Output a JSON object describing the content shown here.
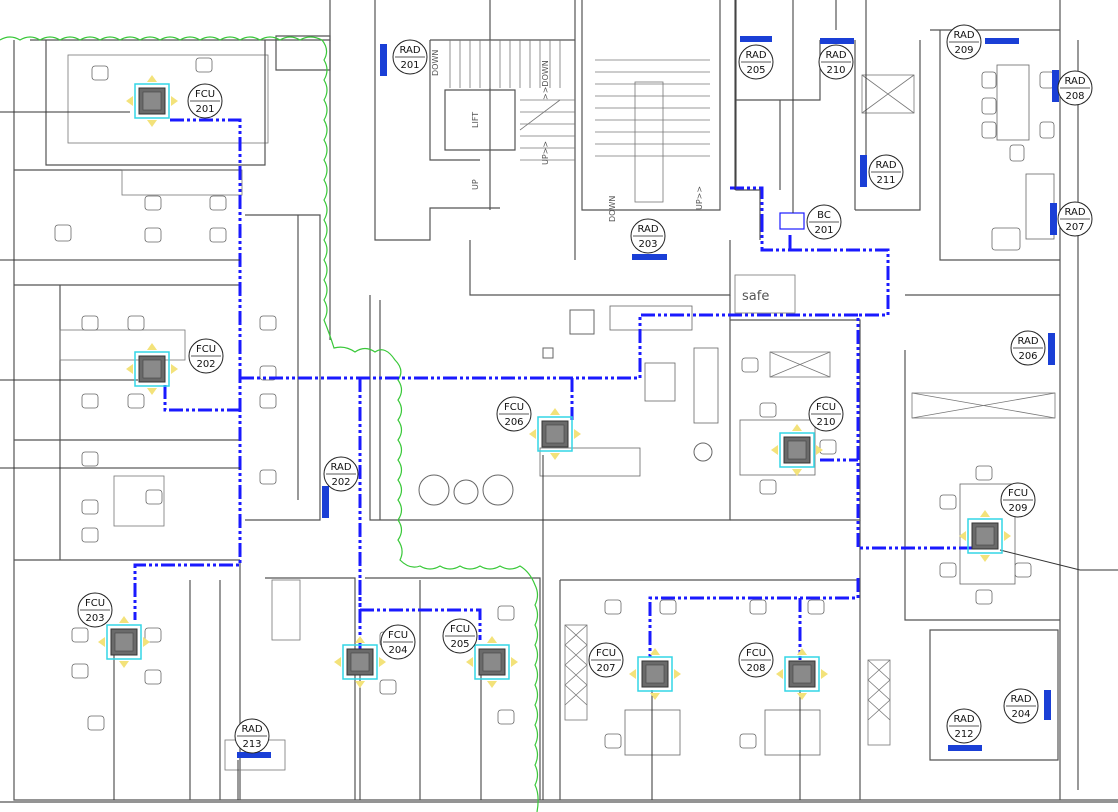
{
  "colors": {
    "duct": "#1a1aff",
    "radiator": "#1a3fd6",
    "fcu_outline": "#33d6e6",
    "fcu_arrow": "#f3e27a",
    "boundary": "#39c839"
  },
  "fcus": [
    {
      "id": "fcu-201",
      "label_top": "FCU",
      "label_num": "201"
    },
    {
      "id": "fcu-202",
      "label_top": "FCU",
      "label_num": "202"
    },
    {
      "id": "fcu-203",
      "label_top": "FCU",
      "label_num": "203"
    },
    {
      "id": "fcu-204",
      "label_top": "FCU",
      "label_num": "204"
    },
    {
      "id": "fcu-205",
      "label_top": "FCU",
      "label_num": "205"
    },
    {
      "id": "fcu-206",
      "label_top": "FCU",
      "label_num": "206"
    },
    {
      "id": "fcu-207",
      "label_top": "FCU",
      "label_num": "207"
    },
    {
      "id": "fcu-208",
      "label_top": "FCU",
      "label_num": "208"
    },
    {
      "id": "fcu-209",
      "label_top": "FCU",
      "label_num": "209"
    },
    {
      "id": "fcu-210",
      "label_top": "FCU",
      "label_num": "210"
    }
  ],
  "rads": [
    {
      "id": "rad-201",
      "label_top": "RAD",
      "label_num": "201"
    },
    {
      "id": "rad-202",
      "label_top": "RAD",
      "label_num": "202"
    },
    {
      "id": "rad-203",
      "label_top": "RAD",
      "label_num": "203"
    },
    {
      "id": "rad-204",
      "label_top": "RAD",
      "label_num": "204"
    },
    {
      "id": "rad-205",
      "label_top": "RAD",
      "label_num": "205"
    },
    {
      "id": "rad-206",
      "label_top": "RAD",
      "label_num": "206"
    },
    {
      "id": "rad-207",
      "label_top": "RAD",
      "label_num": "207"
    },
    {
      "id": "rad-208",
      "label_top": "RAD",
      "label_num": "208"
    },
    {
      "id": "rad-209",
      "label_top": "RAD",
      "label_num": "209"
    },
    {
      "id": "rad-210",
      "label_top": "RAD",
      "label_num": "210"
    },
    {
      "id": "rad-211",
      "label_top": "RAD",
      "label_num": "211"
    },
    {
      "id": "rad-212",
      "label_top": "RAD",
      "label_num": "212"
    },
    {
      "id": "rad-213",
      "label_top": "RAD",
      "label_num": "213"
    }
  ],
  "bc": {
    "label_top": "BC",
    "label_num": "201"
  },
  "labels": {
    "safe": "safe",
    "lift": "LIFT",
    "up": "UP",
    "down": "DOWN",
    "up_arrow": "UP>>",
    "down_arrow": ">>DOWN"
  }
}
